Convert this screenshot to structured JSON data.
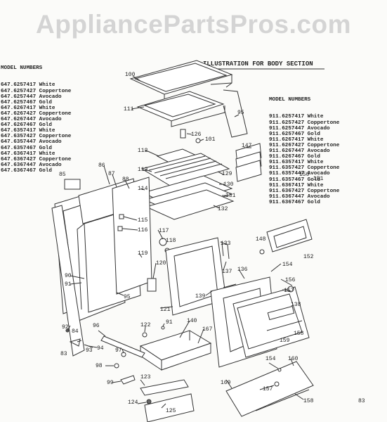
{
  "watermark": "AppliancePartsPros.com",
  "section_title": "ILLUSTRATION FOR BODY SECTION",
  "left_models": {
    "header": "MODEL NUMBERS",
    "items": [
      "647.6257417 White",
      "647.6257427 Coppertone",
      "647.6257447 Avocado",
      "647.6257467 Gold",
      "647.6267417 White",
      "647.6267427 Coppertone",
      "647.6267447 Avocado",
      "647.6267467 Gold",
      "647.6357417 White",
      "647.6357427 Coppertone",
      "647.6357447 Avocado",
      "647.6357467 Gold",
      "647.6367417 White",
      "647.6367427 Coppertone",
      "647.6367447 Avocado",
      "647.6367467 Gold"
    ]
  },
  "right_models": {
    "header": "MODEL NUMBERS",
    "items": [
      "911.6257417 White",
      "911.6257427 Coppertone",
      "911.6257447 Avocado",
      "911.6257467 Gold",
      "911.6267417 White",
      "911.6267427 Coppertone",
      "911.6267447 Avocado",
      "911.6267467 Gold",
      "911.6357417 White",
      "911.6357427 Coppertone",
      "911.6357447 Avocado",
      "911.6357467 Gold",
      "911.6367417 White",
      "911.6367427 Coppertone",
      "911.6367447 Avocado",
      "911.6367467 Gold"
    ]
  },
  "part_labels": [
    "100",
    "111",
    "95",
    "126",
    "101",
    "112",
    "147",
    "113",
    "129",
    "130",
    "131",
    "132",
    "150",
    "151",
    "85",
    "86",
    "87",
    "88",
    "114",
    "115",
    "116",
    "117",
    "118",
    "148",
    "152",
    "133",
    "119",
    "120",
    "137",
    "136",
    "154",
    "156",
    "157",
    "90",
    "91",
    "139",
    "138",
    "158",
    "95",
    "121",
    "92",
    "159",
    "84",
    "93",
    "94",
    "83",
    "96",
    "122",
    "91",
    "140",
    "167",
    "97",
    "98",
    "99",
    "123",
    "124",
    "125",
    "154",
    "160",
    "169",
    "157",
    "158",
    "83"
  ]
}
